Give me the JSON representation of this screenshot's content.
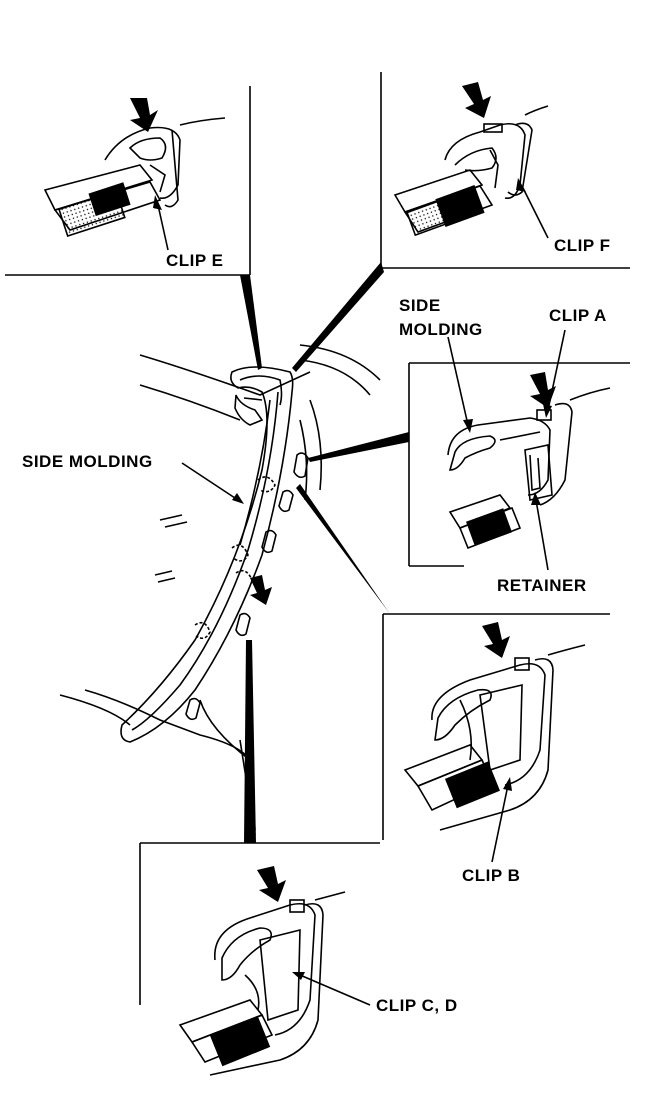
{
  "labels": {
    "clip_e": "CLIP E",
    "clip_f": "CLIP F",
    "clip_a": "CLIP A",
    "side_molding_inset": "SIDE\nMOLDING",
    "side_molding_inset_l1": "SIDE",
    "side_molding_inset_l2": "MOLDING",
    "side_molding_main": "SIDE MOLDING",
    "retainer": "RETAINER",
    "clip_b": "CLIP B",
    "clip_cd": "CLIP C, D"
  },
  "colors": {
    "ink": "#000000",
    "paper": "#ffffff"
  }
}
